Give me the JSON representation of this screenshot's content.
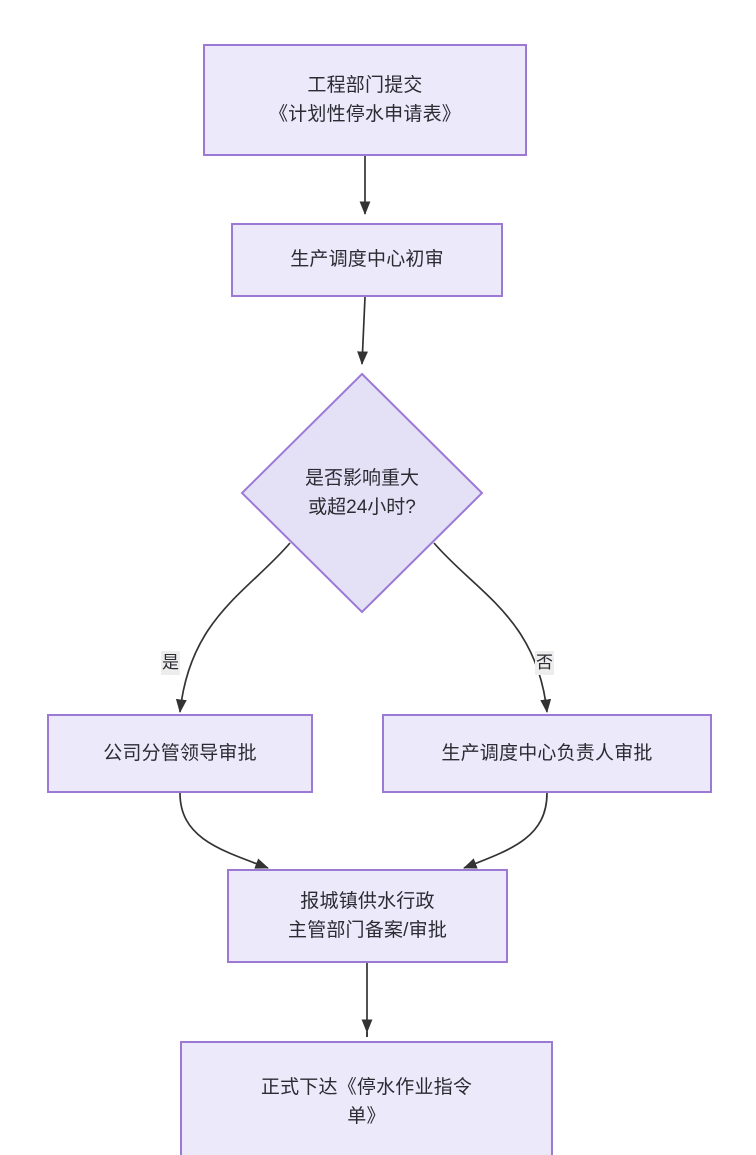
{
  "diagram": {
    "type": "flowchart",
    "direction": "top-to-bottom",
    "background_color": "#ffffff",
    "node_fill_color": "#ece9fb",
    "node_border_color": "#9d79d6",
    "text_color": "#2b2b32",
    "edge_color": "#333333",
    "edge_label_background": "#ededed",
    "nodes": [
      {
        "id": "n1",
        "shape": "rectangle",
        "label": "工程部门提交\n《计划性停水申请表》"
      },
      {
        "id": "n2",
        "shape": "rectangle",
        "label": "生产调度中心初审"
      },
      {
        "id": "n3",
        "shape": "diamond",
        "label": "是否影响重大\n或超24小时?"
      },
      {
        "id": "n4",
        "shape": "rectangle",
        "label": "公司分管领导审批"
      },
      {
        "id": "n5",
        "shape": "rectangle",
        "label": "生产调度中心负责人审批"
      },
      {
        "id": "n6",
        "shape": "rectangle",
        "label": "报城镇供水行政\n主管部门备案/审批"
      },
      {
        "id": "n7",
        "shape": "rectangle",
        "label": "正式下达《停水作业指令\n单》"
      }
    ],
    "edges": [
      {
        "from": "n1",
        "to": "n2",
        "label": ""
      },
      {
        "from": "n2",
        "to": "n3",
        "label": ""
      },
      {
        "from": "n3",
        "to": "n4",
        "label": "是"
      },
      {
        "from": "n3",
        "to": "n5",
        "label": "否"
      },
      {
        "from": "n4",
        "to": "n6",
        "label": ""
      },
      {
        "from": "n5",
        "to": "n6",
        "label": ""
      },
      {
        "from": "n6",
        "to": "n7",
        "label": ""
      }
    ]
  }
}
